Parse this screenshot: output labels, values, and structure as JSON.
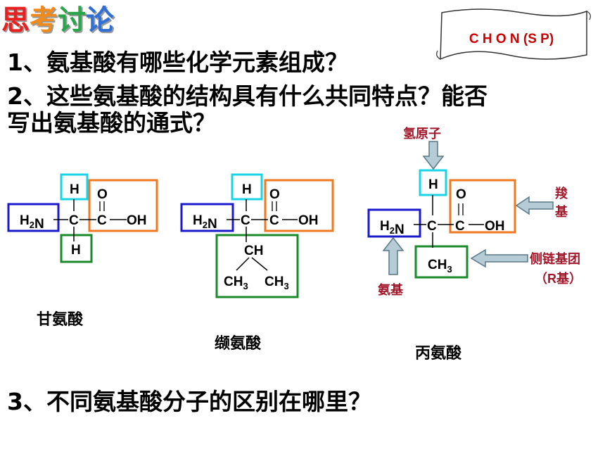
{
  "title": {
    "chars": [
      "思",
      "考",
      "讨",
      "论"
    ],
    "colors": [
      "#e8201f",
      "#f08a1a",
      "#2aa64a",
      "#2f6fd6"
    ]
  },
  "scroll_note": "C H O N (S P)",
  "questions": {
    "q1": "1、氨基酸有哪些化学元素组成？",
    "q2_line1": "2、这些氨基酸的结构具有什么共同特点？能否",
    "q2_line2": "写出氨基酸的通式？",
    "q3": "3、不同氨基酸分子的区别在哪里？"
  },
  "molecules": {
    "glycine": {
      "name": "甘氨酸",
      "amino": "H2N",
      "alpha_c": "C",
      "carboxyl_c": "C",
      "carbonyl_o": "O",
      "hydroxyl": "OH",
      "top_h": "H",
      "r_group": "H"
    },
    "valine": {
      "name": "缬氨酸",
      "amino": "H2N",
      "alpha_c": "C",
      "carboxyl_c": "C",
      "carbonyl_o": "O",
      "hydroxyl": "OH",
      "top_h": "H",
      "r_ch": "CH",
      "r_ch3_left": "CH3",
      "r_ch3_right": "CH3"
    },
    "alanine": {
      "name": "丙氨酸",
      "amino": "H2N",
      "alpha_c": "C",
      "carboxyl_c": "C",
      "carbonyl_o": "O",
      "hydroxyl": "OH",
      "top_h": "H",
      "r_group": "CH3"
    }
  },
  "annotations": {
    "hydrogen_atom": "氢原子",
    "carboxyl_line1": "羧",
    "carboxyl_line2": "基",
    "side_chain_line1": "侧链基团",
    "side_chain_line2": "（R基）",
    "amino_group": "氨基"
  },
  "colors": {
    "amino_box": "#1a1acc",
    "h_box": "#1ad4e6",
    "carboxyl_box": "#f07820",
    "r_box": "#1a8a2a",
    "annotation_text": "#a0182a",
    "arrow_fill": "#b5cbd5",
    "arrow_stroke": "#5a7885"
  }
}
